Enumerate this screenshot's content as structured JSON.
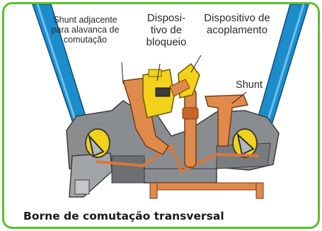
{
  "labels": {
    "shunt_adjacente": [
      "Shunt adjacente",
      "para alavanca de",
      "comutação"
    ],
    "dispositivo_bloqueio": [
      "Disposi-",
      "tivo de",
      "bloqueio"
    ],
    "dispositivo_acoplamento": [
      "Dispositivo de",
      "acoplamento"
    ],
    "shunt": "Shunt"
  },
  "caption": "Borne de comutação transversal",
  "colors": {
    "frame": "#5cbf2a",
    "wire": "#1d8ccb",
    "housing": "#8a8d8f",
    "copper": "#d9773e",
    "lock": "#f2d21b"
  }
}
